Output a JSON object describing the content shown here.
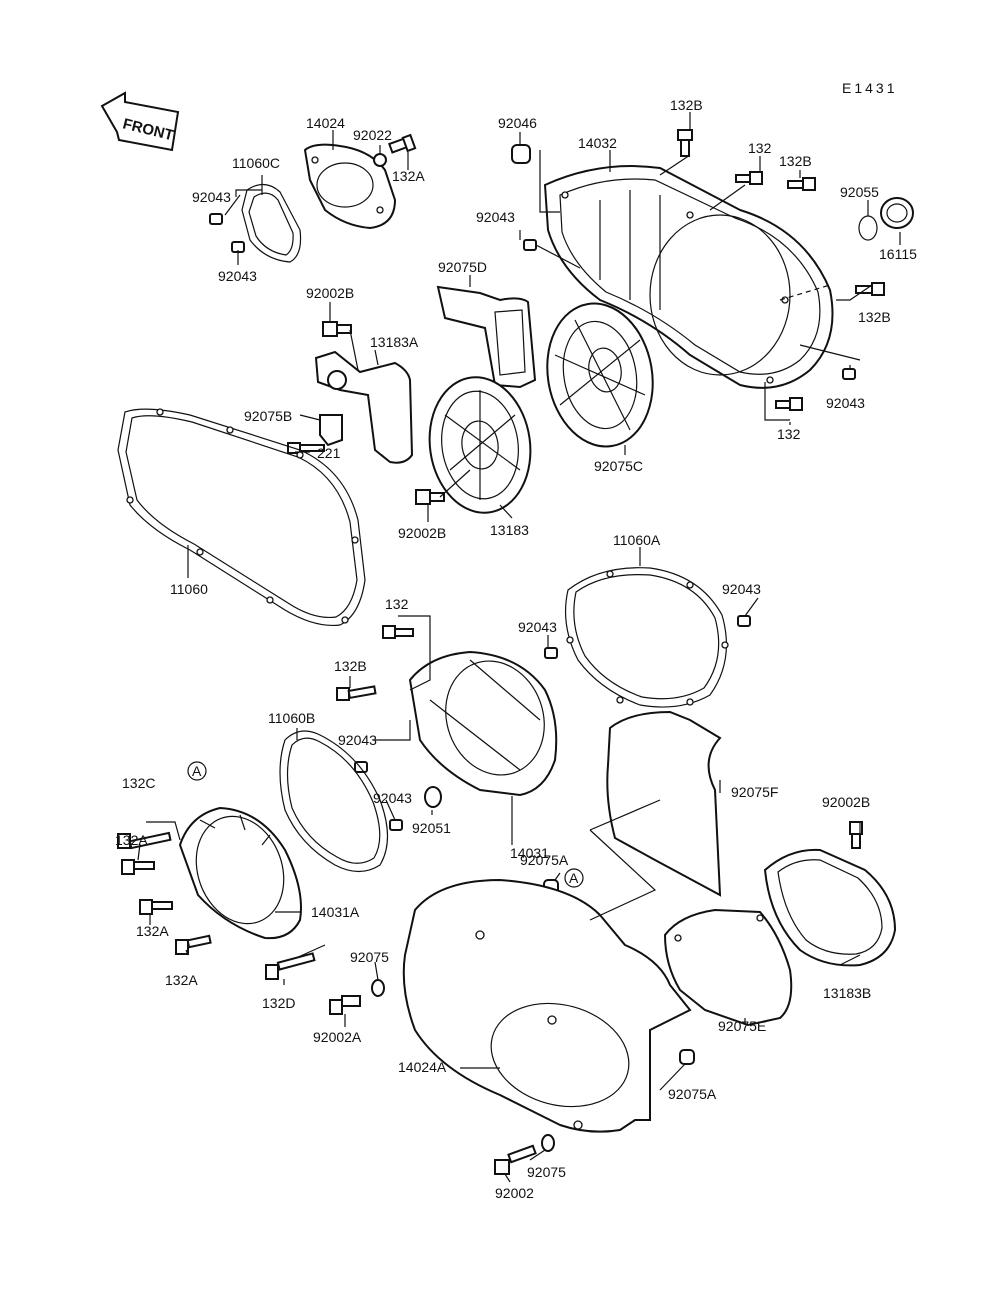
{
  "diagram_code": "E1431",
  "front_label": "FRONT",
  "labels": {
    "p14024": "14024",
    "p92022": "92022",
    "p132A_top": "132A",
    "p11060C": "11060C",
    "p92043_a": "92043",
    "p92043_b": "92043",
    "p92046": "92046",
    "p14032": "14032",
    "p132B_a": "132B",
    "p132_a": "132",
    "p132B_b": "132B",
    "p92055": "92055",
    "p16115": "16115",
    "p92043_c": "92043",
    "p92075D": "92075D",
    "p92002B_a": "92002B",
    "p13183A": "13183A",
    "p132B_c": "132B",
    "p92043_d": "92043",
    "p92075B": "92075B",
    "p221": "221",
    "p132_b": "132",
    "p92075C": "92075C",
    "p92002B_b": "92002B",
    "p13183": "13183",
    "p11060": "11060",
    "p11060A": "11060A",
    "p92043_e": "92043",
    "p132_c": "132",
    "p92043_f": "92043",
    "p132B_d": "132B",
    "p11060B": "11060B",
    "p92043_g": "92043",
    "p132C": "132C",
    "p92043_h": "92043",
    "p92051": "92051",
    "p14031": "14031",
    "p92075F": "92075F",
    "p132A_a": "132A",
    "p92002B_c": "92002B",
    "p92075A_a": "92075A",
    "p14031A": "14031A",
    "p132A_b": "132A",
    "p132A_c": "132A",
    "p92075_a": "92075",
    "p13183B": "13183B",
    "p132D": "132D",
    "p92002A": "92002A",
    "p92075E": "92075E",
    "p14024A": "14024A",
    "p92075A_b": "92075A",
    "p92075_b": "92075",
    "p92002": "92002"
  },
  "circle_marks": {
    "a1": "A",
    "a2": "A"
  }
}
